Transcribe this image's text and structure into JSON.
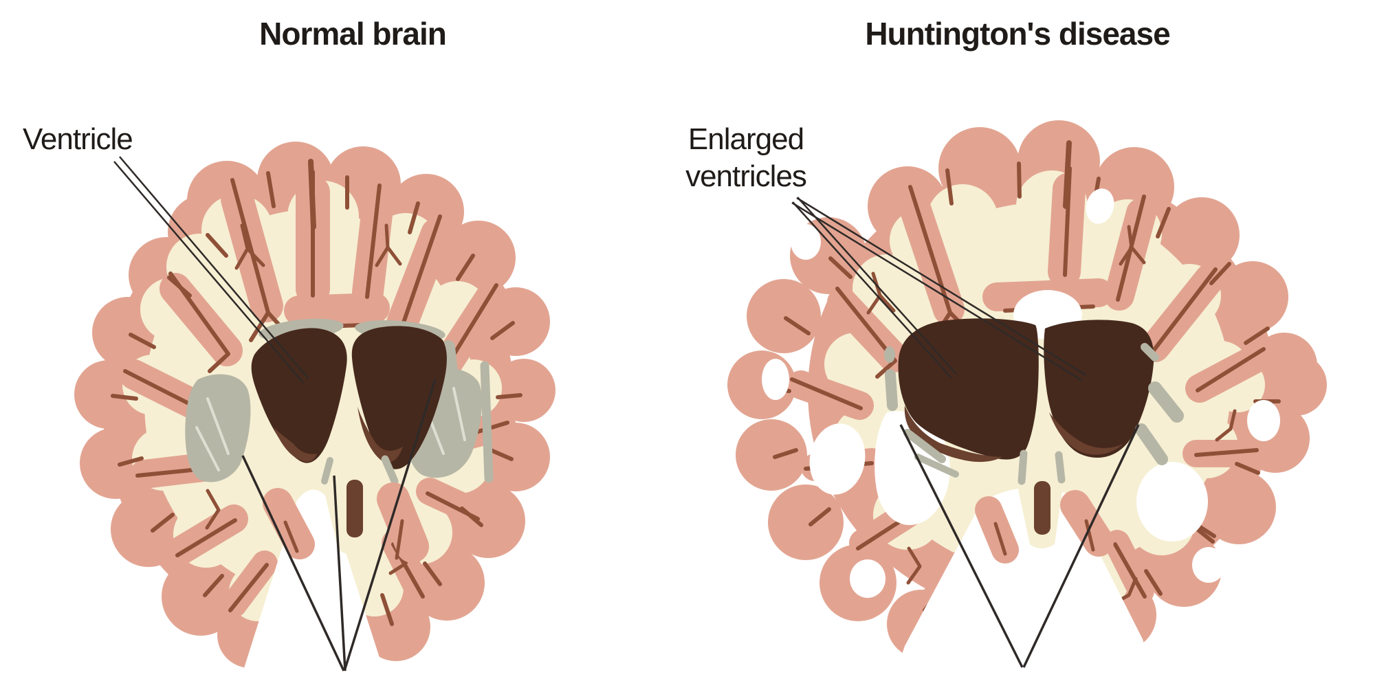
{
  "titles": {
    "left": "Normal brain",
    "right": "Huntington's disease"
  },
  "labels": {
    "ventricle": "Ventricle",
    "enlarged_line1": "Enlarged",
    "enlarged_line2": "ventricles"
  },
  "colors": {
    "background": "#ffffff",
    "cortex": "#e2a491",
    "white_matter": "#f6efd3",
    "sulcus": "#8f5038",
    "ventricle": "#46291d",
    "ventricle_light": "#6a402e",
    "basal_ganglia": "#b6b6a6",
    "basal_ganglia_line": "#dedfd3",
    "pointer": "#2f2a28",
    "text": "#1f1b19"
  }
}
